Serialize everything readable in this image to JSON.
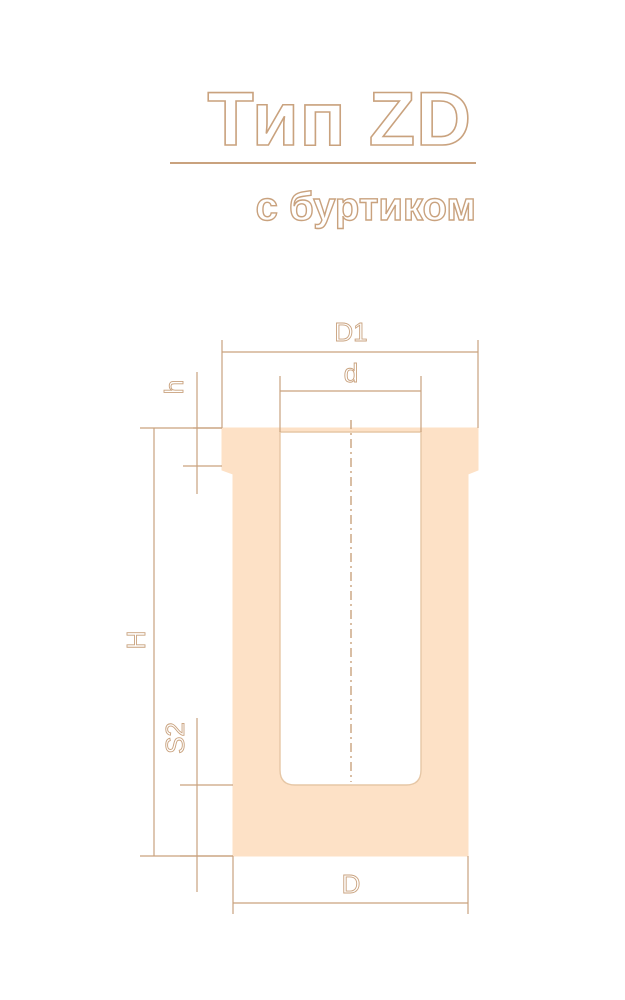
{
  "title": "Тип ZD",
  "subtitle": "с буртиком",
  "dimensions": {
    "D1": "D1",
    "d": "d",
    "h": "h",
    "H": "H",
    "S2": "S2",
    "D": "D"
  },
  "colors": {
    "fill": "#fde1c6",
    "line": "#c9a27e",
    "outline": "#e6c7a6"
  }
}
